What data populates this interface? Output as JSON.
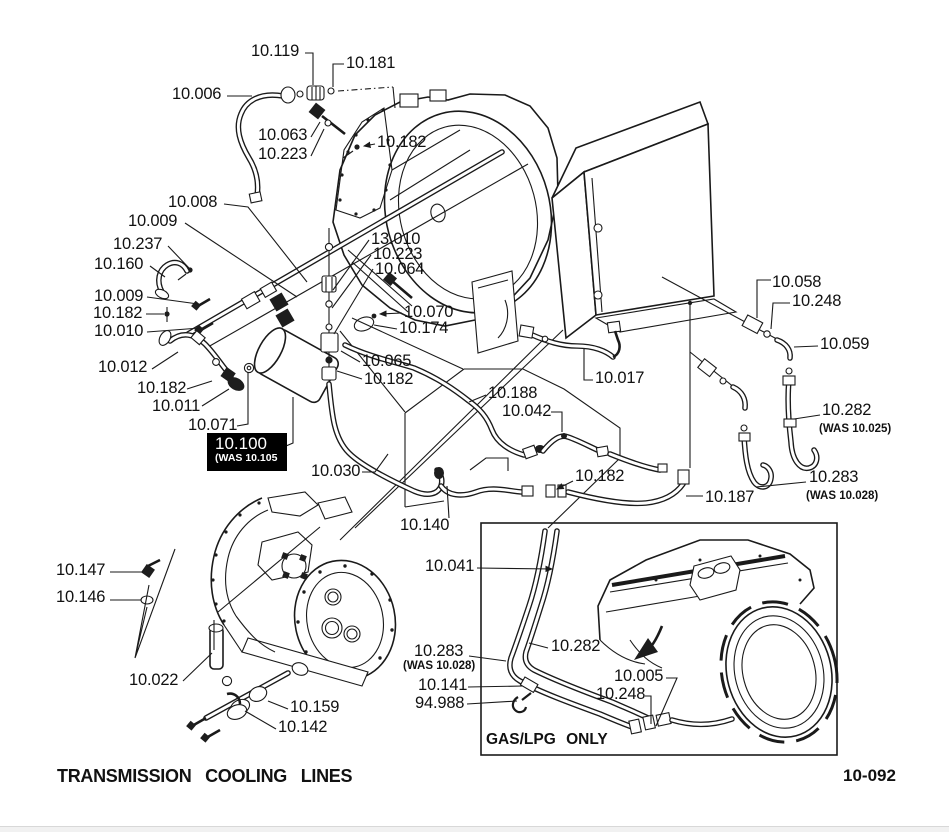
{
  "page": {
    "title": "TRANSMISSION  COOLING  LINES",
    "page_number": "10-092"
  },
  "inset": {
    "caption": "GAS/LPG  ONLY"
  },
  "highlighted_part": {
    "number": "10.100",
    "note": "(WAS 10.105"
  },
  "colors": {
    "ink": "#111111",
    "highlight_bg": "#000000",
    "highlight_fg": "#ffffff",
    "footer_bar": "#f1f1f1"
  },
  "labels": [
    {
      "text": "10.119"
    },
    {
      "text": "10.181"
    },
    {
      "text": "10.006"
    },
    {
      "text": "10.063"
    },
    {
      "text": "10.223"
    },
    {
      "text": "10.182"
    },
    {
      "text": "10.008"
    },
    {
      "text": "10.009"
    },
    {
      "text": "10.237"
    },
    {
      "text": "10.160"
    },
    {
      "text": "10.009"
    },
    {
      "text": "10.182"
    },
    {
      "text": "10.010"
    },
    {
      "text": "10.012"
    },
    {
      "text": "10.182"
    },
    {
      "text": "10.011"
    },
    {
      "text": "10.071"
    },
    {
      "text": "13.010"
    },
    {
      "text": "10.223"
    },
    {
      "text": "10.064"
    },
    {
      "text": "10.070"
    },
    {
      "text": "10.174"
    },
    {
      "text": "10.065"
    },
    {
      "text": "10.182"
    },
    {
      "text": "10.030"
    },
    {
      "text": "10.188"
    },
    {
      "text": "10.042"
    },
    {
      "text": "10.017"
    },
    {
      "text": "10.182"
    },
    {
      "text": "10.187"
    },
    {
      "text": "10.140"
    },
    {
      "text": "10.058"
    },
    {
      "text": "10.248"
    },
    {
      "text": "10.059"
    },
    {
      "text": "10.282",
      "sub": "(WAS 10.025)"
    },
    {
      "text": "10.283",
      "sub": "(WAS 10.028)"
    },
    {
      "text": "10.147"
    },
    {
      "text": "10.146"
    },
    {
      "text": "10.022"
    },
    {
      "text": "10.159"
    },
    {
      "text": "10.142"
    },
    {
      "text": "10.041"
    },
    {
      "text": "10.283",
      "sub": "(WAS 10.028)"
    },
    {
      "text": "10.141"
    },
    {
      "text": "94.988"
    },
    {
      "text": "10.282"
    },
    {
      "text": "10.005"
    },
    {
      "text": "10.248"
    }
  ]
}
